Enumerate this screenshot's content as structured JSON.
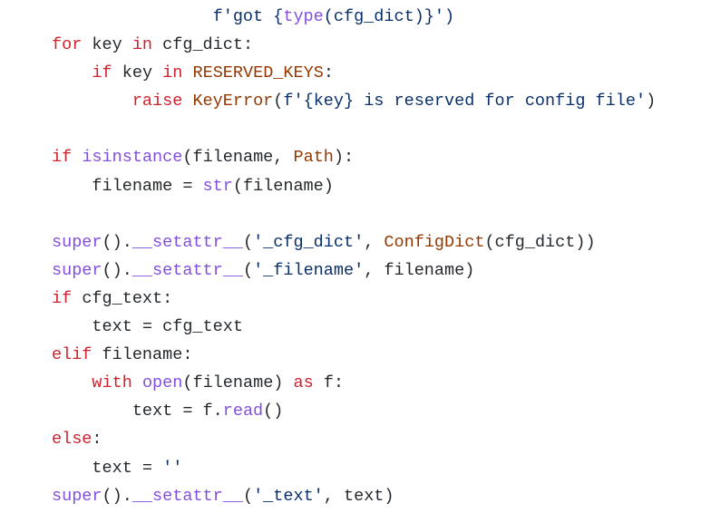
{
  "code": {
    "lines": [
      [
        {
          "t": "                f'got {",
          "c": "str"
        },
        {
          "t": "type",
          "c": "bi"
        },
        {
          "t": "(cfg_dict)}')",
          "c": "str"
        }
      ],
      [
        {
          "t": "for",
          "c": "kw"
        },
        {
          "t": " key ",
          "c": "plain"
        },
        {
          "t": "in",
          "c": "kw"
        },
        {
          "t": " cfg_dict:",
          "c": "plain"
        }
      ],
      [
        {
          "t": "    ",
          "c": "plain"
        },
        {
          "t": "if",
          "c": "kw"
        },
        {
          "t": " key ",
          "c": "plain"
        },
        {
          "t": "in",
          "c": "kw"
        },
        {
          "t": " ",
          "c": "plain"
        },
        {
          "t": "RESERVED_KEYS",
          "c": "cls"
        },
        {
          "t": ":",
          "c": "plain"
        }
      ],
      [
        {
          "t": "        ",
          "c": "plain"
        },
        {
          "t": "raise",
          "c": "kw"
        },
        {
          "t": " ",
          "c": "plain"
        },
        {
          "t": "KeyError",
          "c": "cls"
        },
        {
          "t": "(",
          "c": "plain"
        },
        {
          "t": "f'{key} is reserved for config file'",
          "c": "str"
        },
        {
          "t": ")",
          "c": "plain"
        }
      ],
      [],
      [
        {
          "t": "if",
          "c": "kw"
        },
        {
          "t": " ",
          "c": "plain"
        },
        {
          "t": "isinstance",
          "c": "bi"
        },
        {
          "t": "(filename, ",
          "c": "plain"
        },
        {
          "t": "Path",
          "c": "cls"
        },
        {
          "t": "):",
          "c": "plain"
        }
      ],
      [
        {
          "t": "    filename = ",
          "c": "plain"
        },
        {
          "t": "str",
          "c": "bi"
        },
        {
          "t": "(filename)",
          "c": "plain"
        }
      ],
      [],
      [
        {
          "t": "super",
          "c": "bi"
        },
        {
          "t": "().",
          "c": "plain"
        },
        {
          "t": "__setattr__",
          "c": "bi"
        },
        {
          "t": "(",
          "c": "plain"
        },
        {
          "t": "'_cfg_dict'",
          "c": "str"
        },
        {
          "t": ", ",
          "c": "plain"
        },
        {
          "t": "ConfigDict",
          "c": "cls"
        },
        {
          "t": "(cfg_dict))",
          "c": "plain"
        }
      ],
      [
        {
          "t": "super",
          "c": "bi"
        },
        {
          "t": "().",
          "c": "plain"
        },
        {
          "t": "__setattr__",
          "c": "bi"
        },
        {
          "t": "(",
          "c": "plain"
        },
        {
          "t": "'_filename'",
          "c": "str"
        },
        {
          "t": ", filename)",
          "c": "plain"
        }
      ],
      [
        {
          "t": "if",
          "c": "kw"
        },
        {
          "t": " cfg_text:",
          "c": "plain"
        }
      ],
      [
        {
          "t": "    text = cfg_text",
          "c": "plain"
        }
      ],
      [
        {
          "t": "elif",
          "c": "kw"
        },
        {
          "t": " filename:",
          "c": "plain"
        }
      ],
      [
        {
          "t": "    ",
          "c": "plain"
        },
        {
          "t": "with",
          "c": "kw"
        },
        {
          "t": " ",
          "c": "plain"
        },
        {
          "t": "open",
          "c": "bi"
        },
        {
          "t": "(filename) ",
          "c": "plain"
        },
        {
          "t": "as",
          "c": "kw"
        },
        {
          "t": " f:",
          "c": "plain"
        }
      ],
      [
        {
          "t": "        text = f.",
          "c": "plain"
        },
        {
          "t": "read",
          "c": "bi"
        },
        {
          "t": "()",
          "c": "plain"
        }
      ],
      [
        {
          "t": "else",
          "c": "kw"
        },
        {
          "t": ":",
          "c": "plain"
        }
      ],
      [
        {
          "t": "    text = ",
          "c": "plain"
        },
        {
          "t": "''",
          "c": "str"
        }
      ],
      [
        {
          "t": "super",
          "c": "bi"
        },
        {
          "t": "().",
          "c": "plain"
        },
        {
          "t": "__setattr__",
          "c": "bi"
        },
        {
          "t": "(",
          "c": "plain"
        },
        {
          "t": "'_text'",
          "c": "str"
        },
        {
          "t": ", text)",
          "c": "plain"
        }
      ]
    ]
  }
}
